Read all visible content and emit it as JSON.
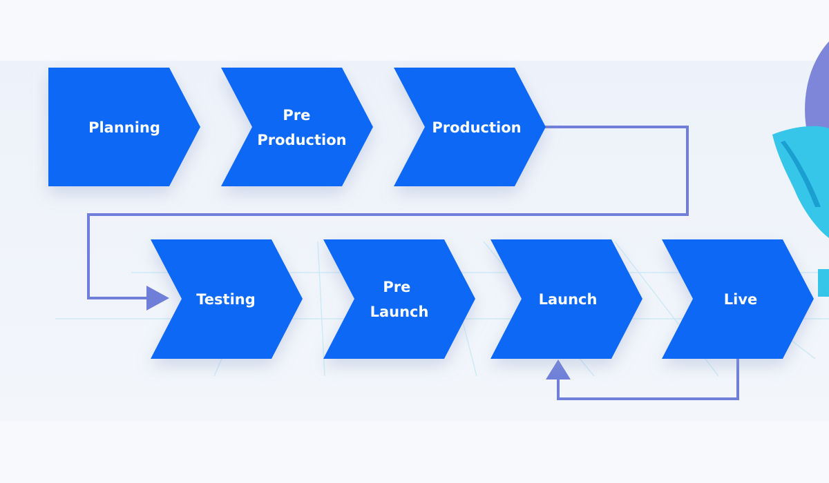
{
  "diagram": {
    "colors": {
      "step_fill": "#0b67f6",
      "connector": "#6f7fd9",
      "band": "#eef3fa",
      "grid": "#cdeaf5",
      "accent_purple": "#7d86d8",
      "accent_cyan": "#35c6ea"
    },
    "steps": [
      {
        "id": "planning",
        "lines": [
          "Planning"
        ]
      },
      {
        "id": "pre-production",
        "lines": [
          "Pre",
          "Production"
        ]
      },
      {
        "id": "production",
        "lines": [
          "Production"
        ]
      },
      {
        "id": "testing",
        "lines": [
          "Testing"
        ]
      },
      {
        "id": "pre-launch",
        "lines": [
          "Pre",
          "Launch"
        ]
      },
      {
        "id": "launch",
        "lines": [
          "Launch"
        ]
      },
      {
        "id": "live",
        "lines": [
          "Live"
        ]
      }
    ],
    "connectors": [
      {
        "from": "production",
        "to": "testing"
      },
      {
        "from": "live",
        "to": "launch"
      }
    ]
  }
}
